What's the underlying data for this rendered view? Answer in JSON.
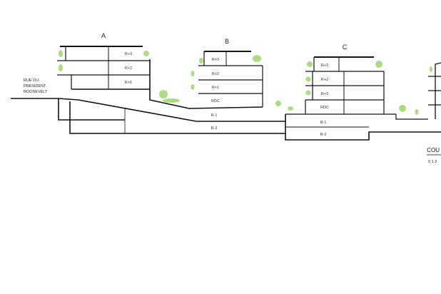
{
  "street_label": [
    "RUE DU",
    "PRESIDENT",
    "ROOSEVELT"
  ],
  "buildings": {
    "A": {
      "name": "A",
      "floors": [
        "R+3",
        "R+2",
        "R+1"
      ]
    },
    "B": {
      "name": "B",
      "floors": [
        "R+3",
        "R+2",
        "R+1",
        "RDC",
        "R-1",
        "R-2"
      ]
    },
    "C": {
      "name": "C",
      "floors": [
        "R+3",
        "R+2",
        "R+3",
        "RDC",
        "R-1",
        "R-2"
      ]
    }
  },
  "legend": {
    "title": "COU",
    "scale": "0 1 2"
  },
  "colors": {
    "line": "#111111",
    "vegetation": "#9fd66a"
  }
}
